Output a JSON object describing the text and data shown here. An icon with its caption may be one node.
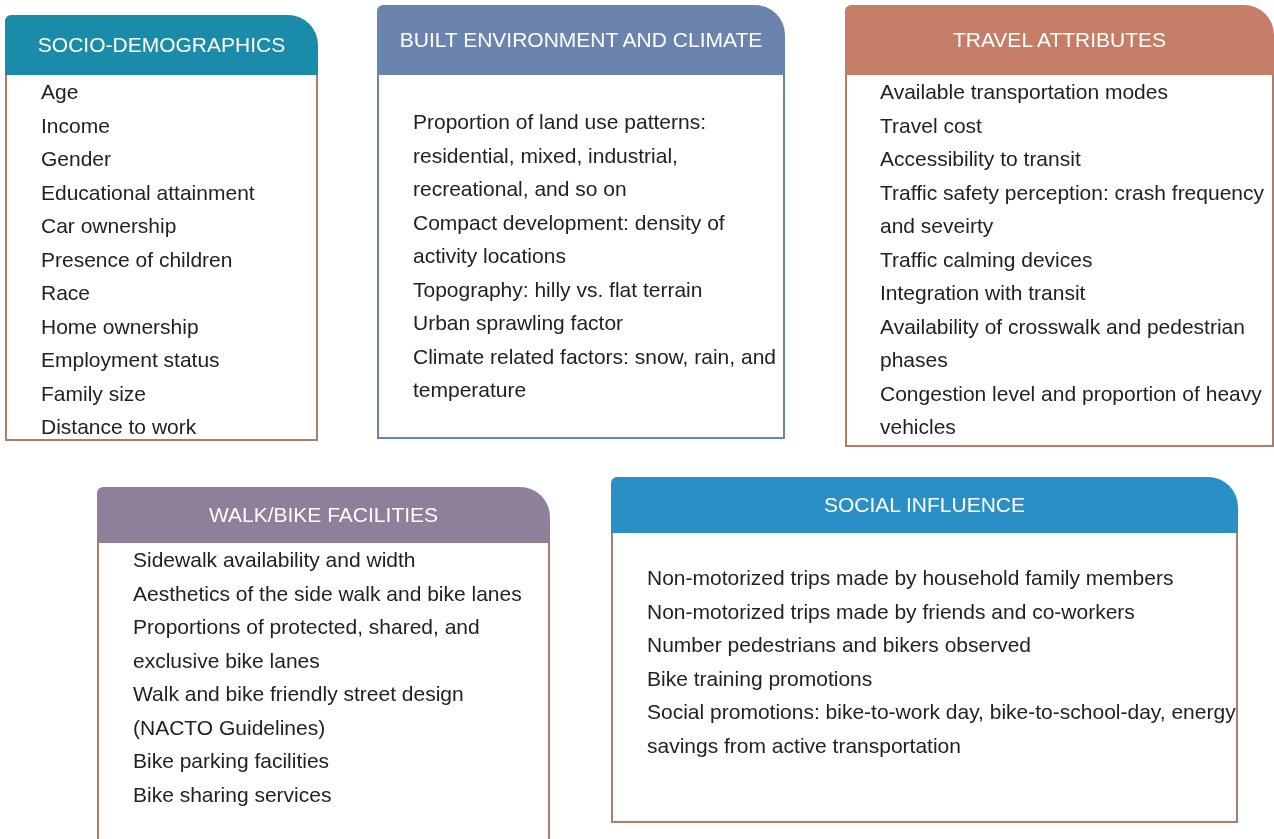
{
  "diagram": {
    "nodes": [
      {
        "text": [
          "SOCIO-DEMOGRAPHICS",
          "Age",
          "Income",
          "Gender",
          "Educational attainment",
          "Car ownership",
          "Presence of children",
          "Race",
          "Home ownership",
          "Employment status",
          "Family size",
          "Distance to work"
        ]
      },
      {
        "text": [
          "BUILT ENVIRONMENT AND CLIMATE",
          "Proportion of land use patterns: residential, mixed, industrial, recreational, and so on",
          "Compact development: density of activity locations",
          "Topography: hilly vs. flat terrain",
          "Urban sprawling factor",
          "Climate related factors: snow, rain, and temperature"
        ]
      },
      {
        "text": [
          "TRAVEL ATTRIBUTES",
          "Available transportation modes",
          "Travel cost",
          "Accessibility to transit",
          "Traffic safety perception: crash frequency and seveirty",
          "Traffic calming devices",
          "Integration with transit",
          "Availability of crosswalk and pedestrian phases",
          "Congestion level and proportion of heavy vehicles"
        ]
      },
      {
        "text": [
          "WALK/BIKE FACILITIES",
          "Sidewalk availability and width",
          "Aesthetics of the side walk and bike lanes",
          "Proportions of protected, shared, and exclusive bike lanes",
          "Walk and bike friendly street design (NACTO Guidelines)",
          "Bike parking facilities",
          "Bike sharing services"
        ]
      },
      {
        "text": [
          "SOCIAL INFLUENCE",
          "Non-motorized trips made by household family members",
          "Non-motorized trips made by friends and co-workers",
          "Number pedestrians and bikers observed",
          "Bike training promotions",
          "Social promotions: bike-to-work day, bike-to-school-day, energy savings from active transportation"
        ]
      }
    ],
    "edges": []
  }
}
